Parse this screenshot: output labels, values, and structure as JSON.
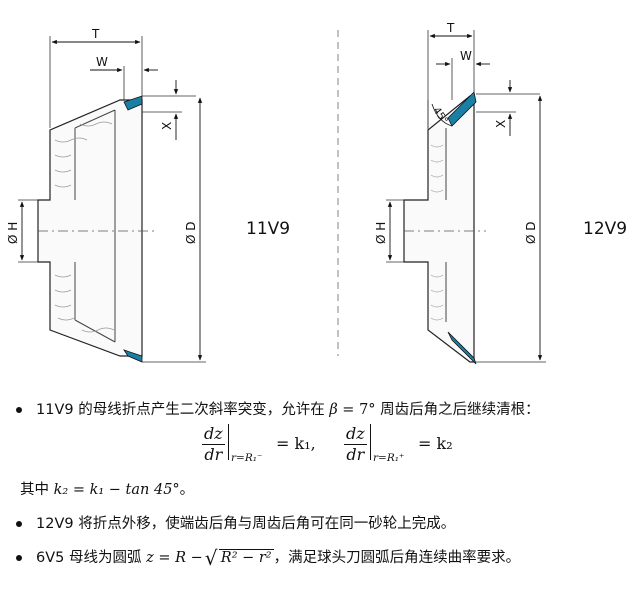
{
  "figure": {
    "left": {
      "dims": {
        "T": "T",
        "W": "W",
        "X": "X",
        "H": "Ø H",
        "D": "Ø D"
      },
      "type_label": "11V9"
    },
    "right": {
      "dims": {
        "T": "T",
        "W": "W",
        "X": "X",
        "H": "Ø H",
        "D": "Ø D",
        "angle": "45°"
      },
      "type_label": "12V9"
    }
  },
  "text": {
    "b1_prefix": "11V9 的母线折点产生二次斜率突变，允许在 ",
    "b1_beta": "β",
    "b1_eq": " = 7°",
    "b1_suffix": " 周齿后角之后继续清根：",
    "eq": {
      "frac_num": "dz",
      "frac_den": "dr",
      "sub1": "r=R₁⁻",
      "rest1": "= k₁,",
      "sub2": "r=R₁⁺",
      "rest2": "= k₂"
    },
    "line2_prefix": "其中 ",
    "line2_math": "k₂ = k₁ − tan 45°",
    "line2_suffix": "。",
    "b2": "12V9 将折点外移，使端齿后角与周齿后角可在同一砂轮上完成。",
    "b3_prefix": "6V5 母线为圆弧 ",
    "b3_math_lhs": "z = R −",
    "b3_math_root": "R² − r²",
    "b3_suffix": "，满足球头刀圆弧后角连续曲率要求。"
  }
}
